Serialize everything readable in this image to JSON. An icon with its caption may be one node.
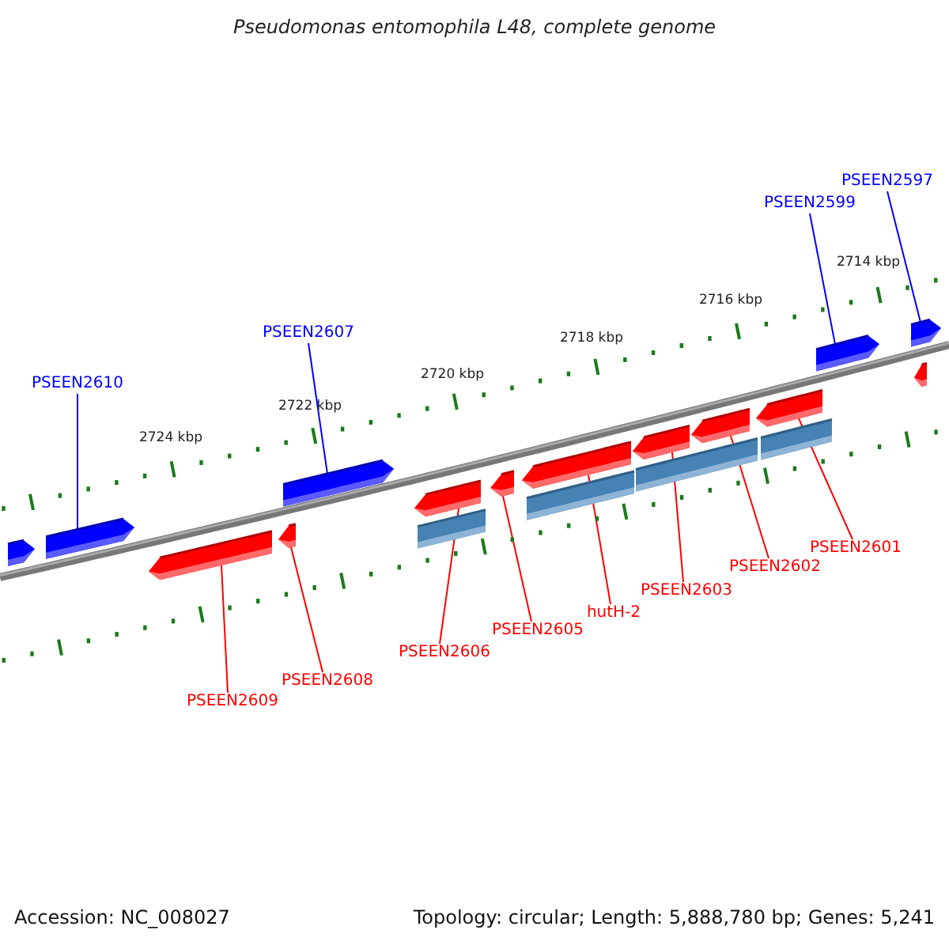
{
  "diagram": {
    "title": "Pseudomonas entomophila L48, complete genome",
    "nodes": [
      {
        "text": [
          "PSEEN2610"
        ]
      },
      {
        "text": [
          "PSEEN2607"
        ]
      },
      {
        "text": [
          "PSEEN2599"
        ]
      },
      {
        "text": [
          "PSEEN2597"
        ]
      },
      {
        "text": [
          "PSEEN2609"
        ]
      },
      {
        "text": [
          "PSEEN2608"
        ]
      },
      {
        "text": [
          "PSEEN2606"
        ]
      },
      {
        "text": [
          "PSEEN2605"
        ]
      },
      {
        "text": [
          "hutH-2"
        ]
      },
      {
        "text": [
          "PSEEN2603"
        ]
      },
      {
        "text": [
          "PSEEN2602"
        ]
      },
      {
        "text": [
          "PSEEN2601"
        ]
      },
      {
        "text": [],
        "shape": "arrow"
      },
      {
        "text": [],
        "shape": "arrow"
      },
      {
        "text": [],
        "shape": "arrow"
      },
      {
        "text": [],
        "shape": "arrow"
      },
      {
        "text": [],
        "shape": "arrow"
      },
      {
        "text": [],
        "shape": "arrow"
      },
      {
        "text": [],
        "shape": "arrow"
      },
      {
        "text": [],
        "shape": "arrow"
      },
      {
        "text": [],
        "shape": "arrow"
      },
      {
        "text": [],
        "shape": "arrow"
      },
      {
        "text": [],
        "shape": "arrow"
      },
      {
        "text": [],
        "shape": "arrow"
      },
      {
        "text": [],
        "shape": "arrow"
      },
      {
        "text": [],
        "shape": "arrow"
      },
      {
        "text": [],
        "shape": "bar"
      },
      {
        "text": [],
        "shape": "bar"
      },
      {
        "text": [],
        "shape": "bar"
      },
      {
        "text": [],
        "shape": "bar"
      }
    ],
    "edges": [
      {
        "from": 0,
        "to": 12,
        "arrow": "none",
        "color": "#0000ff"
      },
      {
        "from": 1,
        "to": 13,
        "arrow": "none",
        "color": "#0000ff"
      },
      {
        "from": 2,
        "to": 14,
        "arrow": "none",
        "color": "#0000ff"
      },
      {
        "from": 3,
        "to": 15,
        "arrow": "none",
        "color": "#0000ff"
      },
      {
        "from": 4,
        "to": 16,
        "arrow": "none"
      },
      {
        "from": 5,
        "to": 17,
        "arrow": "none"
      },
      {
        "from": 6,
        "to": 18,
        "arrow": "none"
      },
      {
        "from": 7,
        "to": 19,
        "arrow": "none"
      },
      {
        "from": 8,
        "to": 20,
        "arrow": "none"
      },
      {
        "from": 9,
        "to": 21,
        "arrow": "none"
      },
      {
        "from": 10,
        "to": 22,
        "arrow": "none"
      },
      {
        "from": 11,
        "to": 23,
        "arrow": "none"
      }
    ],
    "labels": [
      "2714 kbp",
      "2716 kbp",
      "2718 kbp",
      "2720 kbp",
      "2722 kbp",
      "2724 kbp",
      "Accession: NC_008027",
      "Topology: circular; Length: 5,888,780 bp; Genes: 5,241"
    ]
  }
}
